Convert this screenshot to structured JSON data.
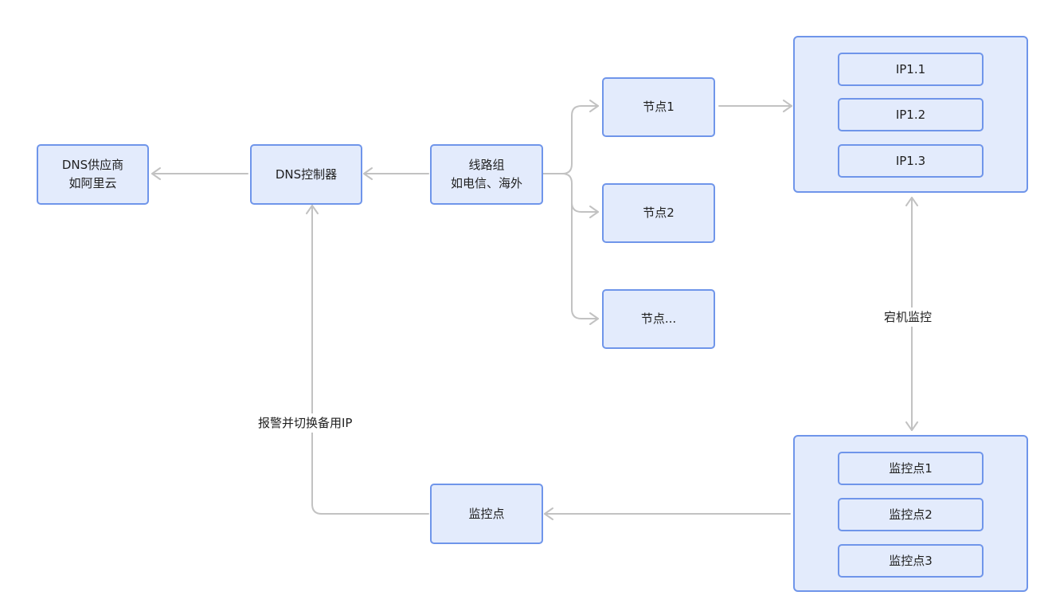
{
  "nodes": {
    "dns_provider": [
      "DNS供应商",
      "如阿里云"
    ],
    "dns_controller": "DNS控制器",
    "line_group": [
      "线路组",
      "如电信、海外"
    ],
    "node1": "节点1",
    "node2": "节点2",
    "node_more": "节点...",
    "ip_group": [
      "IP1.1",
      "IP1.2",
      "IP1.3"
    ],
    "monitor": "监控点",
    "monitor_group": [
      "监控点1",
      "监控点2",
      "监控点3"
    ]
  },
  "edge_labels": {
    "host_monitor": "宕机监控",
    "alert_switch": "报警并切换备用IP"
  },
  "colors": {
    "node_fill": "#e3ebfc",
    "node_border": "#6f95ea",
    "connector": "#c2c2c2"
  }
}
